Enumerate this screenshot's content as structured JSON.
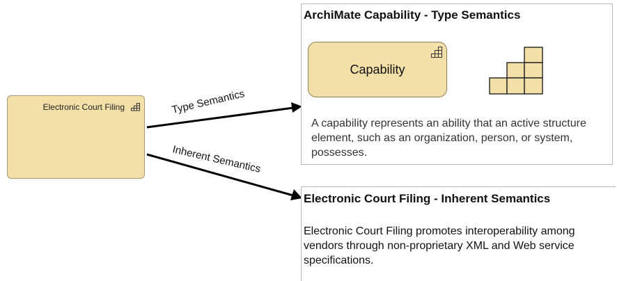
{
  "element": {
    "name": "Electronic Court Filing",
    "icon": "capability-icon"
  },
  "arrows": {
    "type_label": "Type Semantics",
    "inherent_label": "Inherent Semantics"
  },
  "type_panel": {
    "title": "ArchiMate Capability - Type Semantics",
    "capability_label": "Capability",
    "description": "A capability represents an ability that an active structure element, such as an organization, person, or system, possesses."
  },
  "inherent_panel": {
    "title": "Electronic Court Filing - Inherent Semantics",
    "description": "Electronic Court Filing promotes interoperability among vendors through non-proprietary XML and Web service specifications."
  },
  "colors": {
    "capability_fill": "#f3dfa8",
    "capability_border": "#8f7f55"
  }
}
